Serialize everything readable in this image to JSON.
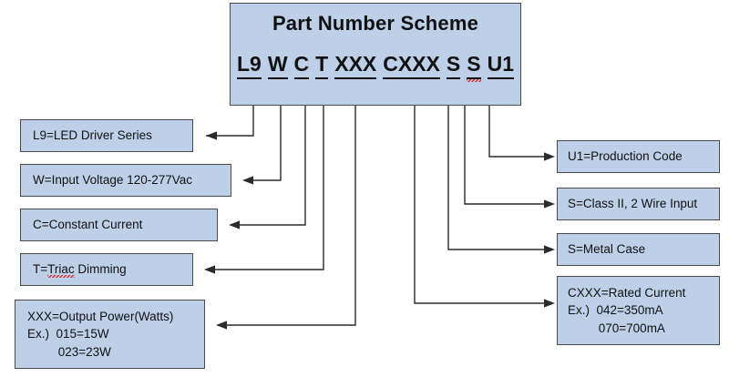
{
  "diagram": {
    "title": "Part Number Scheme",
    "part_number": {
      "segments": [
        {
          "text": "L9",
          "misspelled": false
        },
        {
          "text": "W",
          "misspelled": false
        },
        {
          "text": "C",
          "misspelled": false
        },
        {
          "text": "T",
          "misspelled": false
        },
        {
          "text": "XXX",
          "misspelled": false
        },
        {
          "text": "CXXX",
          "misspelled": false
        },
        {
          "text": "S",
          "misspelled": false
        },
        {
          "text": "S",
          "misspelled": true
        },
        {
          "text": "U1",
          "misspelled": false
        }
      ],
      "full": "L9 W C T XXX CXXX S S U1"
    },
    "left_boxes": [
      {
        "id": "l9",
        "lines": [
          "L9=LED Driver Series"
        ]
      },
      {
        "id": "w",
        "lines": [
          "W=Input Voltage 120-277Vac"
        ]
      },
      {
        "id": "c",
        "lines": [
          "C=Constant Current"
        ]
      },
      {
        "id": "t",
        "lines": [
          "T=",
          "Triac",
          " Dimming"
        ],
        "spell_index": 1
      },
      {
        "id": "xxx",
        "lines": [
          "XXX=Output Power(Watts)",
          "Ex.)  015=15W",
          "         023=23W"
        ]
      }
    ],
    "right_boxes": [
      {
        "id": "u1",
        "lines": [
          "U1=Production Code"
        ]
      },
      {
        "id": "s2",
        "lines": [
          "S=Class II, 2 Wire Input"
        ]
      },
      {
        "id": "s1",
        "lines": [
          "S=Metal Case"
        ]
      },
      {
        "id": "cxxx",
        "lines": [
          "CXXX=Rated Current",
          "Ex.)  042=350mA",
          "         070=700mA"
        ]
      }
    ],
    "colors": {
      "box_fill": "#bdd0e8",
      "box_border": "#4a4a4a",
      "wire": "#2b2b2b",
      "text": "#111111",
      "spellcheck": "#d83030",
      "background": "#ffffff"
    }
  }
}
